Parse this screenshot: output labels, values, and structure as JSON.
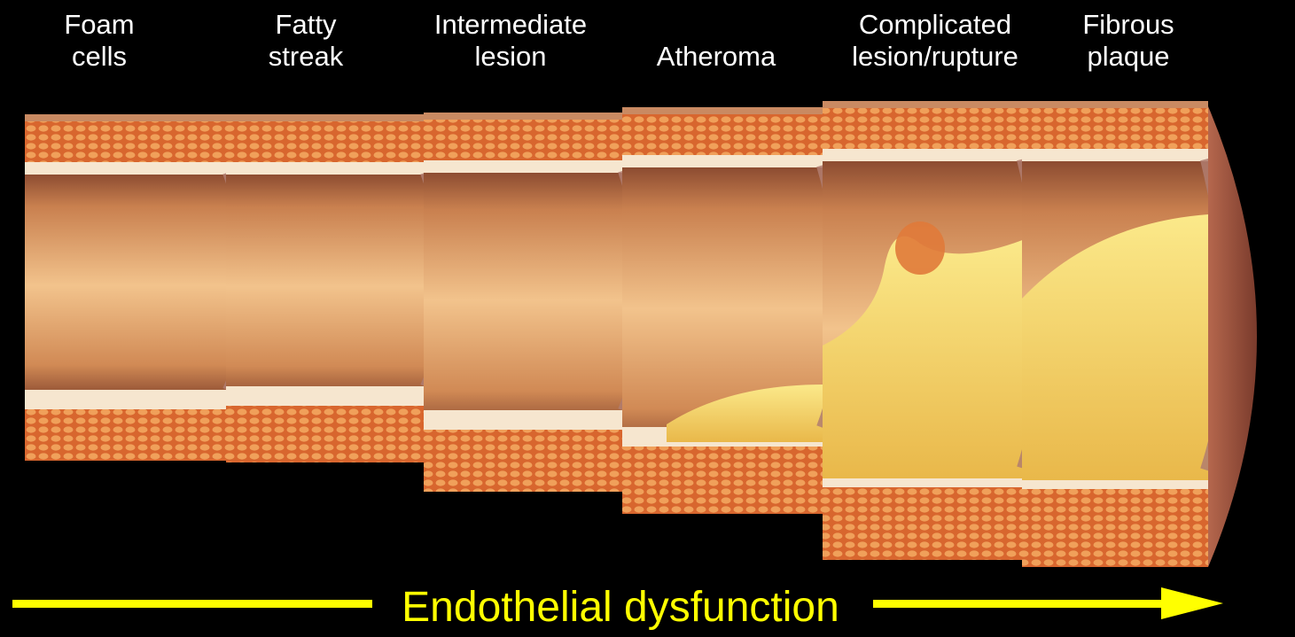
{
  "stages": [
    {
      "line1": "Foam",
      "line2": "cells"
    },
    {
      "line1": "Fatty",
      "line2": "streak"
    },
    {
      "line1": "Intermediate",
      "line2": "lesion"
    },
    {
      "line1": "",
      "line2": "Atheroma"
    },
    {
      "line1": "Complicated",
      "line2": "lesion/rupture"
    },
    {
      "line1": "Fibrous",
      "line2": "plaque"
    }
  ],
  "footer": {
    "label": "Endothelial dysfunction"
  },
  "colors": {
    "background": "#000000",
    "label_text": "#ffffff",
    "arrow": "#ffff00",
    "media": "#e07a45",
    "lumen": "#e8a870",
    "plaque": "#f4d36a"
  }
}
